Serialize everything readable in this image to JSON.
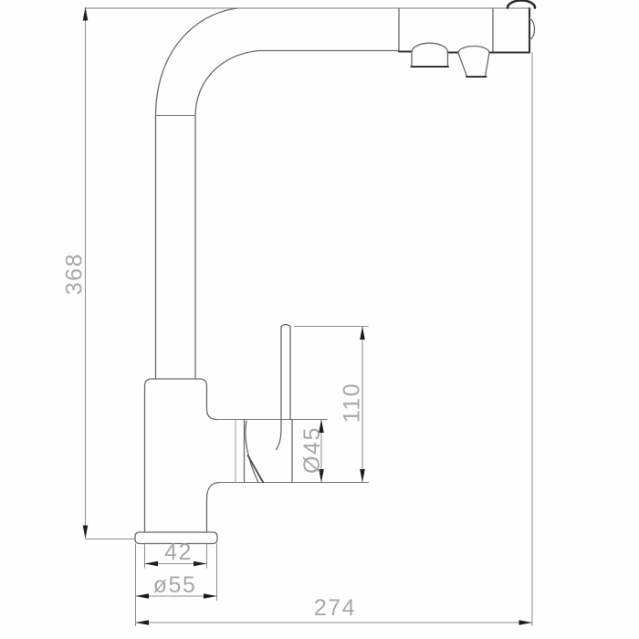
{
  "drawing": {
    "type": "technical-dimension-drawing",
    "subject": "kitchen faucet side elevation",
    "dimensions": {
      "overall_height": "368",
      "handle_zone_height": "110",
      "handle_diameter": "Ø45",
      "body_width": "42",
      "base_flange_diameter": "ø55",
      "spout_reach": "274"
    },
    "colors": {
      "background": "#fefefe",
      "outline": "#6a6a6a",
      "outline_dark": "#343434",
      "dimension_line": "#8f8f8f",
      "arrowhead": "#1c1c1c",
      "label_text": "#a8a8a8"
    }
  }
}
